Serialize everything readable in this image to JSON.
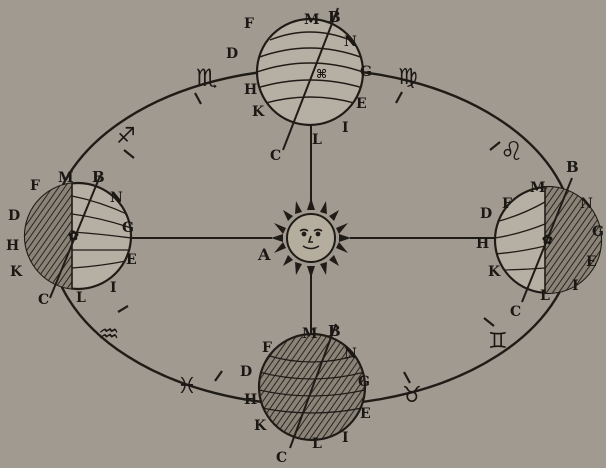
{
  "sun": {
    "label": "A"
  },
  "zodiac_signs": {
    "scorpio": "♏",
    "virgo": "♍",
    "sagittarius": "♐",
    "leo": "♌",
    "aquarius": "♒",
    "gemini": "♊",
    "pisces": "♓",
    "taurus": "♉"
  },
  "globes": {
    "top": {
      "letters": {
        "F": "F",
        "M": "M",
        "B": "B",
        "N": "N",
        "D": "D",
        "G": "G",
        "H": "H",
        "K": "K",
        "E": "E",
        "I": "I",
        "L": "L",
        "C": "C"
      }
    },
    "left": {
      "letters": {
        "F": "F",
        "M": "M",
        "B": "B",
        "N": "N",
        "D": "D",
        "G": "G",
        "H": "H",
        "K": "K",
        "E": "E",
        "I": "I",
        "L": "L",
        "C": "C"
      }
    },
    "right": {
      "letters": {
        "F": "F",
        "M": "M",
        "B": "B",
        "N": "N",
        "D": "D",
        "G": "G",
        "H": "H",
        "K": "K",
        "E": "E",
        "I": "I",
        "L": "L",
        "C": "C"
      }
    },
    "bottom": {
      "letters": {
        "F": "F",
        "M": "M",
        "B": "B",
        "N": "N",
        "D": "D",
        "G": "G",
        "H": "H",
        "K": "K",
        "E": "E",
        "I": "I",
        "L": "L",
        "C": "C"
      }
    }
  }
}
